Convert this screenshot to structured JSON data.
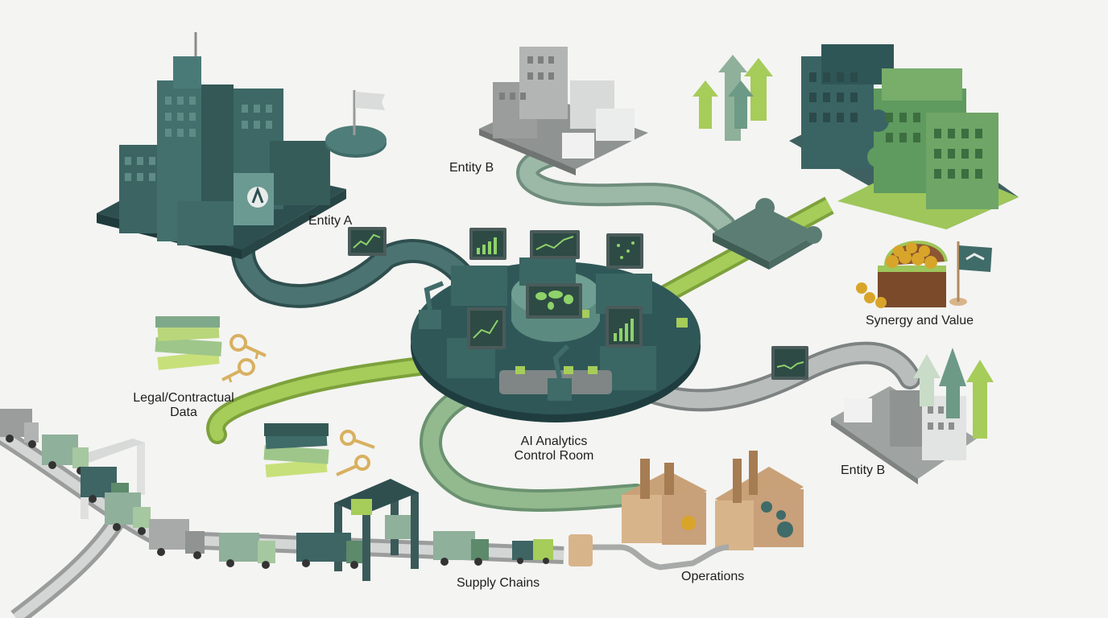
{
  "labels": {
    "entity_a": "Entity A",
    "entity_b_top": "Entity B",
    "entity_b_right": "Entity B",
    "synergy": "Synergy and Value",
    "legal_line1": "Legal/Contractual",
    "legal_line2": "Data",
    "ai_line1": "AI Analytics",
    "ai_line2": "Control Room",
    "operations": "Operations",
    "supply_chains": "Supply Chains"
  },
  "colors": {
    "background": "#f4f4f2",
    "dark_teal": "#3f6b68",
    "teal_path": "#3e6464",
    "mint": "#8fb09a",
    "lime": "#a6cc5a",
    "grey_building": "#a7a7a7",
    "wood": "#d8b48b",
    "gold": "#d8a52a",
    "screen": "#2e4a45",
    "screen_line": "#8ed26a"
  },
  "icons": {
    "monitor": "chart-monitor-icon",
    "flag": "flag-icon",
    "key": "key-icon",
    "book_stack": "book-stack-icon",
    "truck": "truck-icon",
    "factory": "factory-icon",
    "treasure_chest": "treasure-chest-icon",
    "handshake_flag": "handshake-flag-icon",
    "puzzle": "puzzle-piece-icon",
    "growth_arrow": "growth-arrow-icon",
    "robot_arm": "robot-arm-icon",
    "crane": "gantry-crane-icon"
  }
}
